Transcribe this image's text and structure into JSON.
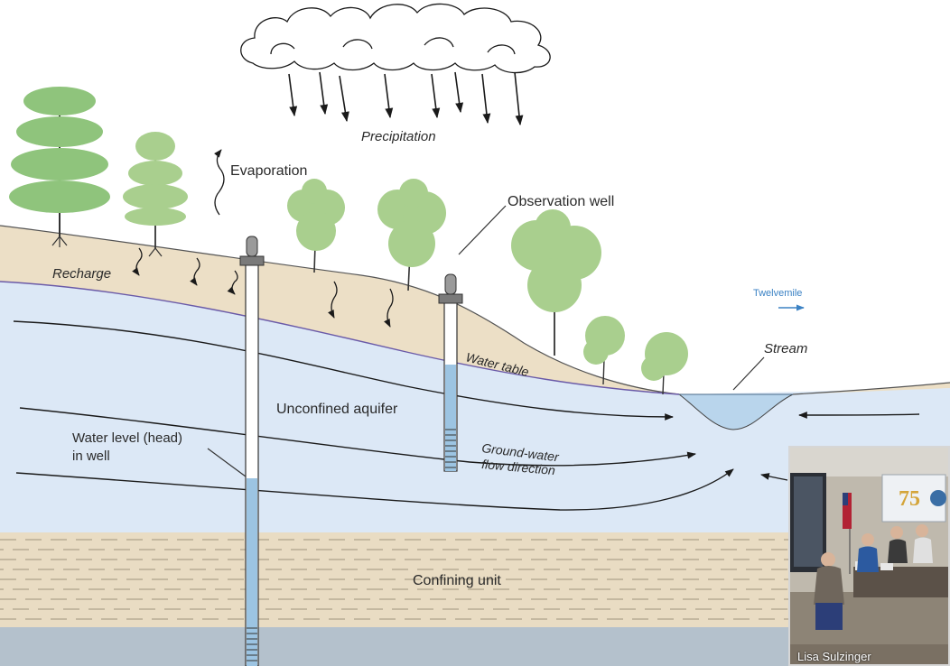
{
  "diagram": {
    "labels": {
      "precipitation": "Precipitation",
      "evaporation": "Evaporation",
      "observation_well": "Observation well",
      "recharge": "Recharge",
      "water_table": "Water table",
      "unconfined_aquifer": "Unconfined aquifer",
      "water_level_line1": "Water level (head)",
      "water_level_line2": "in well",
      "groundwater_line1": "Ground-water",
      "groundwater_line2": "flow direction",
      "stream": "Stream",
      "confining_unit": "Confining unit",
      "twelvemile": "Twelvemile"
    },
    "colors": {
      "soil": "#ecdfc6",
      "aquifer": "#dce8f6",
      "confining": "#e9dcc3",
      "dash": "#b7ab94",
      "bedrock": "#b4c1cc",
      "tree_dark": "#8fc47c",
      "tree_light": "#a9cf8e",
      "well_water": "#9cc4e2",
      "accent_blue": "#3b82c4"
    }
  },
  "video": {
    "participant_name": "Lisa Sulzinger",
    "badge_text": "75"
  }
}
